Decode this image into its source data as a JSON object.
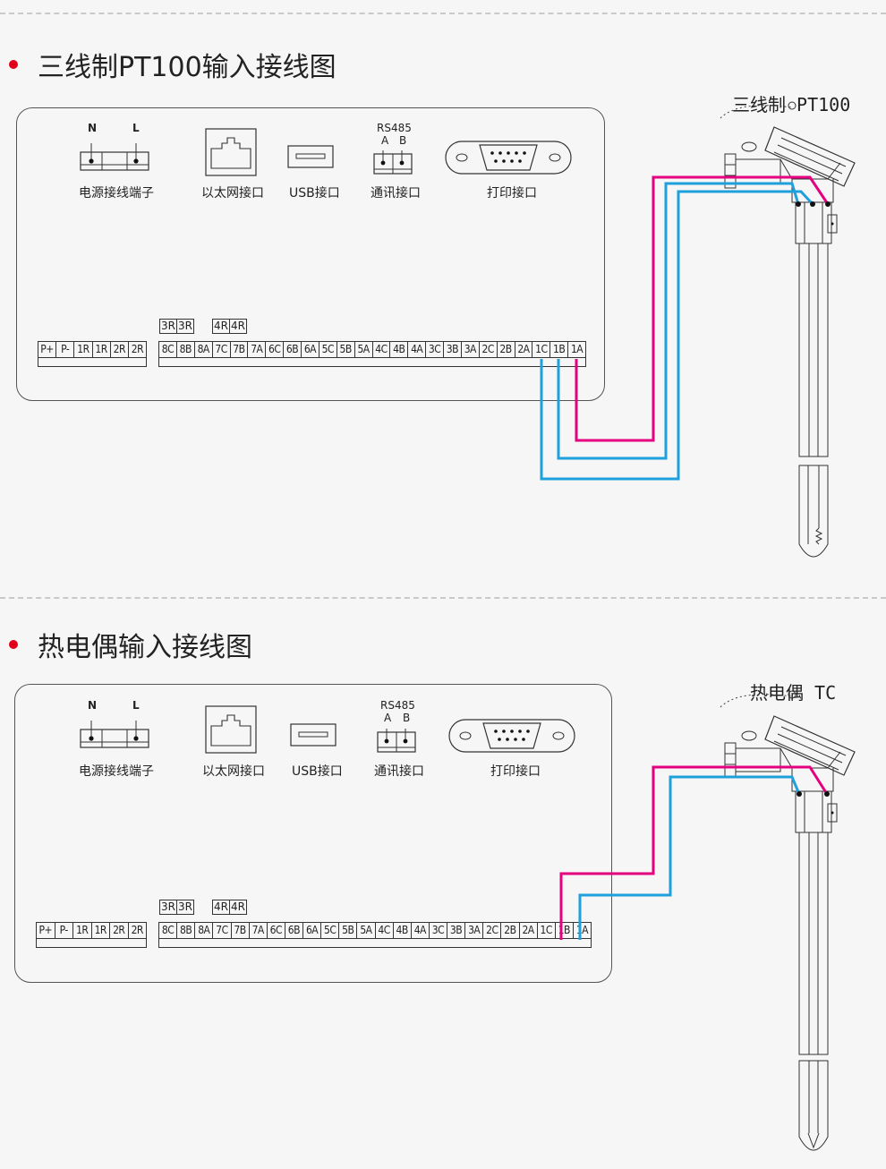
{
  "sections": [
    {
      "title": "三线制PT100输入接线图",
      "sensor_title": "三线制 PT100"
    },
    {
      "title": "热电偶输入接线图",
      "sensor_title": "热电偶 TC"
    }
  ],
  "panel": {
    "power_label": "电源接线端子",
    "power_pins": [
      "N",
      "L"
    ],
    "ethernet_label": "以太网接口",
    "usb_label": "USB接口",
    "comm_label": "通讯接口",
    "rs485": "RS485",
    "rs485_pins": [
      "A",
      "B"
    ],
    "print_label": "打印接口",
    "left_terminals": [
      "P+",
      "P-",
      "1R",
      "1R",
      "2R",
      "2R"
    ],
    "upper_labels_a": [
      "3R",
      "3R"
    ],
    "upper_labels_b": [
      "4R",
      "4R"
    ],
    "main_terminals": [
      "8C",
      "8B",
      "8A",
      "7C",
      "7B",
      "7A",
      "6C",
      "6B",
      "6A",
      "5C",
      "5B",
      "5A",
      "4C",
      "4B",
      "4A",
      "3C",
      "3B",
      "3A",
      "2C",
      "2B",
      "2A",
      "1C",
      "1B",
      "1A"
    ]
  },
  "colors": {
    "red_wire": "#e4007f",
    "blue_wire": "#1ea0dc",
    "bullet": "#e0001a"
  }
}
